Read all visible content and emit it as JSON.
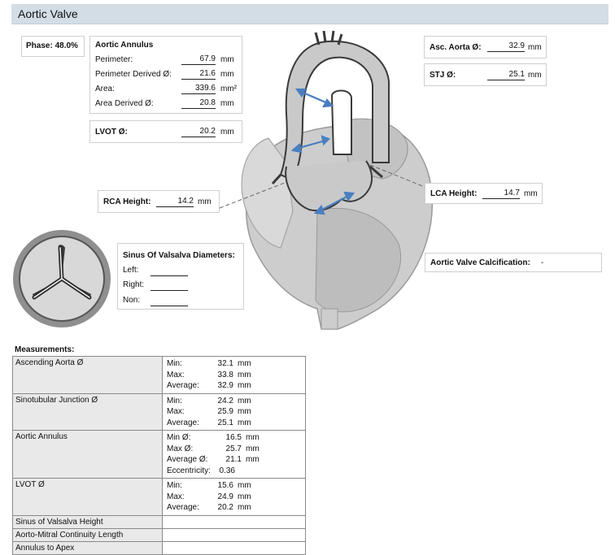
{
  "header": {
    "title": "Aortic Valve"
  },
  "phase": {
    "label": "Phase: 48.0%"
  },
  "annulus": {
    "title": "Aortic Annulus",
    "rows": [
      {
        "label": "Perimeter:",
        "value": "67.9",
        "unit": "mm"
      },
      {
        "label": "Perimeter Derived Ø:",
        "value": "21.6",
        "unit": "mm"
      },
      {
        "label": "Area:",
        "value": "339.6",
        "unit": "mm²"
      },
      {
        "label": "Area Derived Ø:",
        "value": "20.8",
        "unit": "mm"
      }
    ]
  },
  "lvot": {
    "label": "LVOT Ø:",
    "value": "20.2",
    "unit": "mm"
  },
  "asc_aorta": {
    "label": "Asc. Aorta Ø:",
    "value": "32.9",
    "unit": "mm"
  },
  "stj": {
    "label": "STJ Ø:",
    "value": "25.1",
    "unit": "mm"
  },
  "rca": {
    "label": "RCA Height:",
    "value": "14.2",
    "unit": "mm"
  },
  "lca": {
    "label": "LCA Height:",
    "value": "14.7",
    "unit": "mm"
  },
  "sinus": {
    "title": "Sinus Of Valsalva Diameters:",
    "left": "Left:",
    "right": "Right:",
    "non": "Non:"
  },
  "calcification": {
    "label": "Aortic Valve Calcification:",
    "value": "-"
  },
  "measurements": {
    "title": "Measurements:",
    "rows": [
      {
        "label": "Ascending Aorta Ø",
        "entries": [
          {
            "k": "Min:",
            "v": "32.1",
            "u": "mm"
          },
          {
            "k": "Max:",
            "v": "33.8",
            "u": "mm"
          },
          {
            "k": "Average:",
            "v": "32.9",
            "u": "mm"
          }
        ]
      },
      {
        "label": "Sinotubular Junction Ø",
        "entries": [
          {
            "k": "Min:",
            "v": "24.2",
            "u": "mm"
          },
          {
            "k": "Max:",
            "v": "25.9",
            "u": "mm"
          },
          {
            "k": "Average:",
            "v": "25.1",
            "u": "mm"
          }
        ]
      },
      {
        "label": "Aortic Annulus",
        "entries": [
          {
            "k": "Min Ø:",
            "v": "16.5",
            "u": "mm"
          },
          {
            "k": "Max Ø:",
            "v": "25.7",
            "u": "mm"
          },
          {
            "k": "Average Ø:",
            "v": "21.1",
            "u": "mm"
          },
          {
            "k": "Eccentricity:",
            "v": "0.36",
            "u": ""
          }
        ]
      },
      {
        "label": "LVOT Ø",
        "entries": [
          {
            "k": "Min:",
            "v": "15.6",
            "u": "mm"
          },
          {
            "k": "Max:",
            "v": "24.9",
            "u": "mm"
          },
          {
            "k": "Average:",
            "v": "20.2",
            "u": "mm"
          }
        ]
      },
      {
        "label": "Sinus of Valsalva Height",
        "entries": []
      },
      {
        "label": "Aorto-Mitral Continuity Length",
        "entries": []
      },
      {
        "label": "Annulus to Apex",
        "entries": []
      }
    ]
  },
  "colors": {
    "header": "#d3dde6",
    "arrow": "#4a7fc0",
    "heart": "#cfcfcf",
    "heart_dark": "#9a9a9a"
  },
  "icons": {
    "heart": "heart-aortic-root-illustration",
    "valve": "tricuspid-valve-icon",
    "arrow": "measurement-arrow-icon"
  }
}
